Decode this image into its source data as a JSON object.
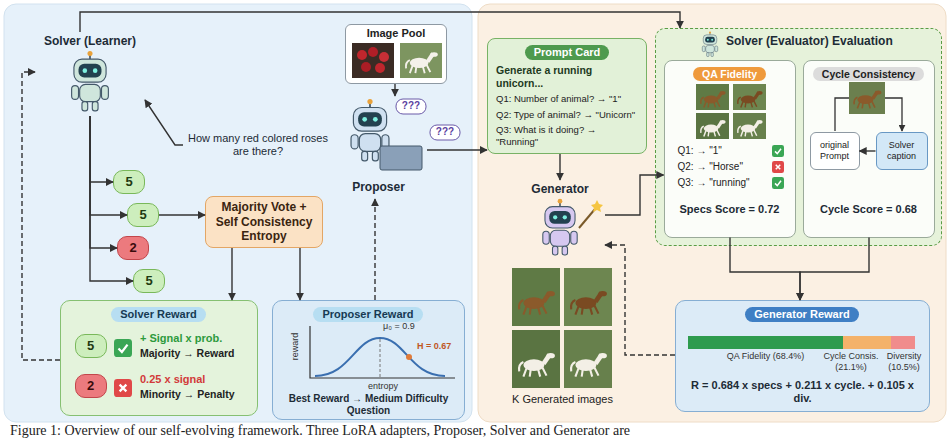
{
  "diagram": {
    "caption": "Figure 1: Overview of our self-evolving framework. Three LoRA adapters, Proposer, Solver and Generator are",
    "nodes": [
      {
        "text": [
          "Solver (Learner)"
        ]
      },
      {
        "text": [
          "5"
        ]
      },
      {
        "text": [
          "5"
        ]
      },
      {
        "text": [
          "2"
        ]
      },
      {
        "text": [
          "5"
        ]
      },
      {
        "text": [
          "Majority Vote + Self Consistency Entropy"
        ]
      },
      {
        "text": [
          "Image Pool"
        ]
      },
      {
        "text": [
          "Proposer"
        ]
      },
      {
        "text": [
          "Solver Reward",
          "+ Signal x prob.",
          "Majority → Reward",
          "0.25 x signal",
          "Minority → Penalty"
        ]
      },
      {
        "text": [
          "5"
        ],
        "in": 8
      },
      {
        "text": [
          "2"
        ],
        "in": 8
      },
      {
        "text": [
          "Proposer Reward",
          "reward",
          "entropy",
          "μ₀ = 0.9",
          "H = 0.67",
          "Best Reward → Medium Difficulty Question"
        ]
      },
      {
        "text": [
          "Prompt Card",
          "Generate a running unicorn...",
          "Q1: Number of animal? → \"1\"",
          "Q2: Type of animal? → \"Unicorn\"",
          "Q3: What is it doing? → \"Running\""
        ]
      },
      {
        "text": [
          "Generator"
        ]
      },
      {
        "text": [
          "Solver (Evaluator) Evaluation"
        ]
      },
      {
        "text": [
          "QA Fidelity",
          "Q1: → \"1\"",
          "Q2: → \"Horse\"",
          "Q3: → \"running\"",
          "Specs Score = 0.72"
        ],
        "in": 14
      },
      {
        "text": [
          "Cycle Consistency",
          "Cycle Score = 0.68"
        ],
        "in": 14
      },
      {
        "text": [
          "original Prompt"
        ],
        "in": 16
      },
      {
        "text": [
          "Solver caption"
        ],
        "in": 16
      },
      {
        "text": [
          "Generator Reward",
          "R = 0.684 x specs + 0.211 x cycle. + 0.105 x div."
        ]
      }
    ],
    "edges": [
      {
        "from": 7,
        "to": 0,
        "label": "How many red colored roses are there?",
        "arrow": "to"
      },
      {
        "from": 0,
        "to": 1,
        "arrow": "to"
      },
      {
        "from": 0,
        "to": 2,
        "arrow": "to"
      },
      {
        "from": 0,
        "to": 3,
        "arrow": "to"
      },
      {
        "from": 0,
        "to": 4,
        "arrow": "to"
      },
      {
        "from": 2,
        "to": 5,
        "arrow": "to"
      },
      {
        "from": 6,
        "to": 7,
        "arrow": "to"
      },
      {
        "from": 5,
        "to": 8,
        "arrow": "to"
      },
      {
        "from": 5,
        "to": 11,
        "arrow": "to"
      },
      {
        "from": 11,
        "to": 7,
        "arrow": "to"
      },
      {
        "from": 8,
        "to": 0,
        "arrow": "to"
      },
      {
        "from": 0,
        "to": 14,
        "arrow": "to"
      },
      {
        "from": 7,
        "to": 12,
        "arrow": "to"
      },
      {
        "from": 12,
        "to": 13,
        "arrow": "to"
      },
      {
        "from": 13,
        "to": 15,
        "arrow": "to"
      },
      {
        "from": 15,
        "to": 19,
        "arrow": "to"
      },
      {
        "from": 16,
        "to": 19,
        "arrow": "to"
      },
      {
        "from": 19,
        "to": 13,
        "arrow": "to"
      },
      {
        "from": 18,
        "to": 17,
        "arrow": "to"
      }
    ],
    "labels": [
      "???",
      "???",
      "K Generated images"
    ],
    "legend": [
      {
        "text": "QA Fidelity (68.4%)",
        "color": "#2e9b4e"
      },
      {
        "text": "Cycle Consis. (21.1%)",
        "color": "#f4b26a"
      },
      {
        "text": "Diversity (10.5%)",
        "color": "#f08c8c"
      }
    ]
  }
}
